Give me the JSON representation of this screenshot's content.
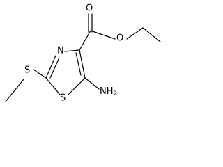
{
  "molecule": {
    "atoms": {
      "carbonyl_oxygen": "O",
      "ester_oxygen": "O",
      "ring_nitrogen": "N",
      "ring_sulfur": "S",
      "thioether_sulfur": "S",
      "amino_main": "NH",
      "amino_subscript": "2"
    }
  }
}
